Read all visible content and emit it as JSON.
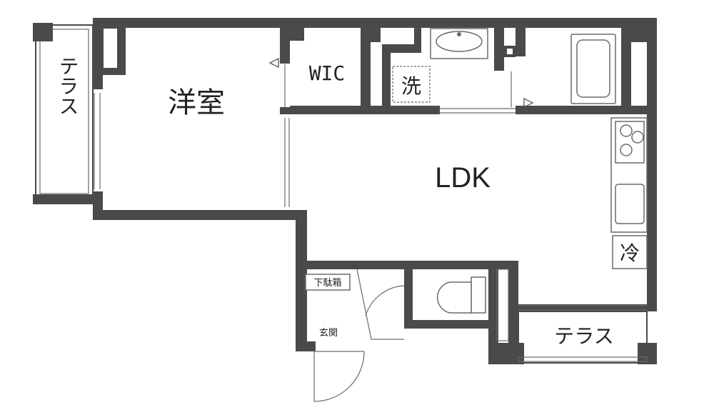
{
  "rooms": {
    "western_room": "洋室",
    "wic": "WIC",
    "ldk": "LDK",
    "terrace_left": "テラス",
    "terrace_right": "テラス",
    "entrance": "玄関",
    "shoe_box": "下駄箱",
    "laundry": "洗",
    "fridge": "冷"
  },
  "colors": {
    "wall": "#4a4a4a",
    "line": "#6a6a6a",
    "background": "#ffffff"
  }
}
